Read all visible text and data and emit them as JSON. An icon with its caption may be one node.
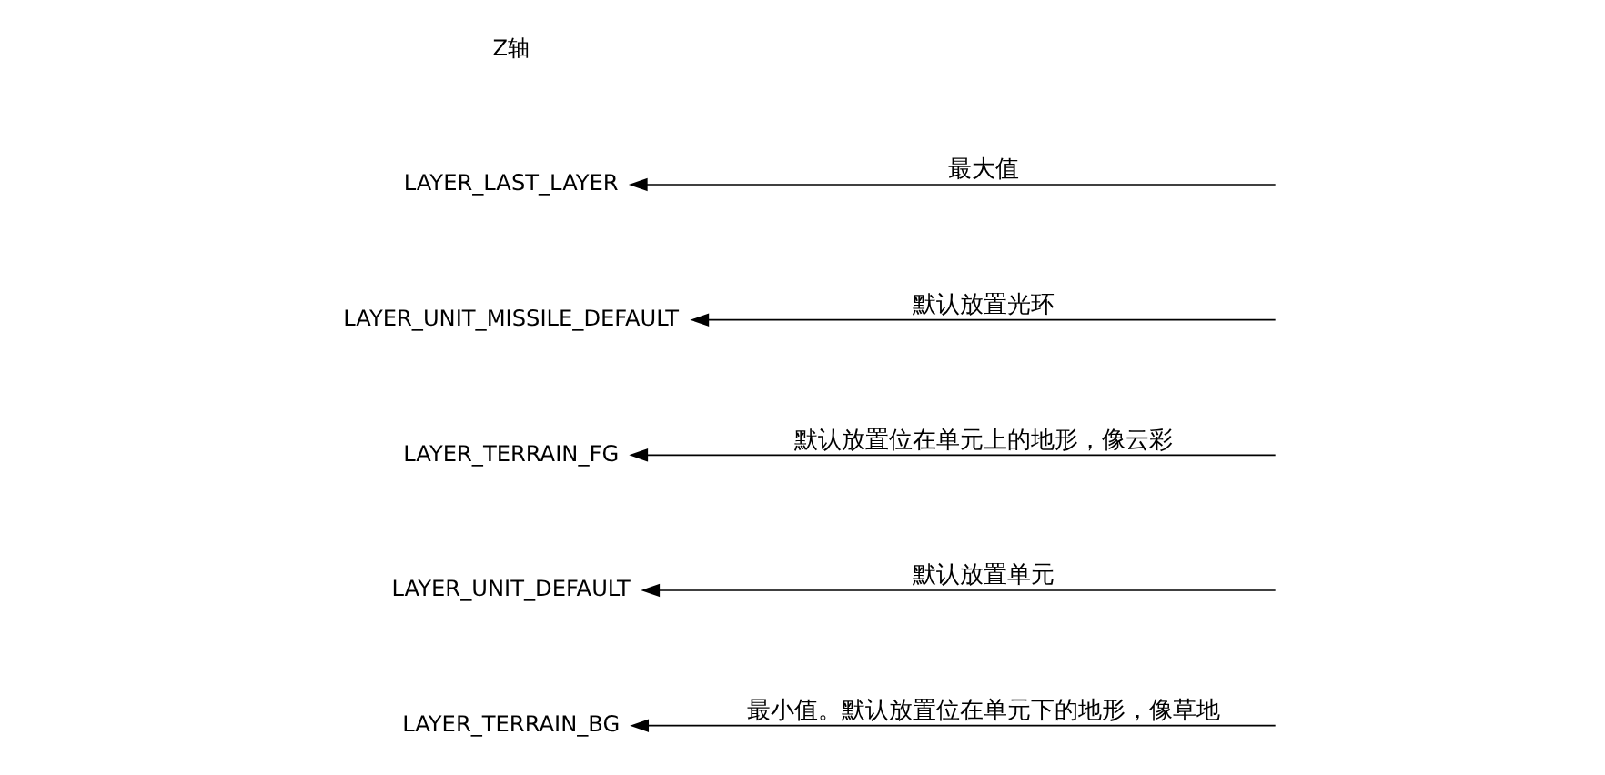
{
  "diagram": {
    "nodes": [
      {
        "text": [
          "LAYER_LAST_LAYER"
        ]
      },
      {
        "text": [
          "LAYER_UNIT_MISSILE_DEFAULT"
        ]
      },
      {
        "text": [
          "LAYER_TERRAIN_FG"
        ]
      },
      {
        "text": [
          "LAYER_UNIT_DEFAULT"
        ]
      },
      {
        "text": [
          "LAYER_TERRAIN_BG"
        ]
      }
    ],
    "edges": [
      {
        "from": null,
        "to": 0,
        "arrow": "to",
        "label": "最大值"
      },
      {
        "from": null,
        "to": 1,
        "arrow": "to",
        "label": "默认放置光环"
      },
      {
        "from": null,
        "to": 2,
        "arrow": "to",
        "label": "默认放置位在单元上的地形，像云彩"
      },
      {
        "from": null,
        "to": 3,
        "arrow": "to",
        "label": "默认放置单元"
      },
      {
        "from": null,
        "to": 4,
        "arrow": "to",
        "label": "最小值。默认放置位在单元下的地形，像草地"
      }
    ],
    "labels": [
      "Z轴"
    ]
  }
}
